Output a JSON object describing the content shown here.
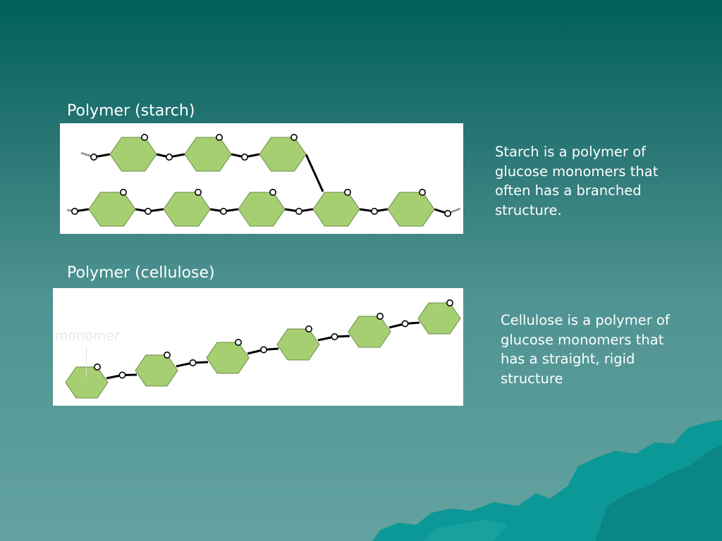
{
  "slide": {
    "starch_title": "Polymer (starch)",
    "cellulose_title": "Polymer (cellulose)",
    "starch_description": "Starch is a polymer of glucose monomers that often has a branched structure.",
    "cellulose_description": "Cellulose is a polymer of glucose monomers that has a straight, rigid structure",
    "monomer_label": "monomer"
  },
  "colors": {
    "hexagon_fill": "#a6cf72",
    "hexagon_stroke": "#6a8a45",
    "bond": "#000000",
    "atom_fill": "#ffffff",
    "panel": "#ffffff",
    "rocks": "#0c9896"
  },
  "icons": [
    "glucose-hexagon-icon",
    "bond-atom-icon",
    "rock-decoration-icon"
  ]
}
